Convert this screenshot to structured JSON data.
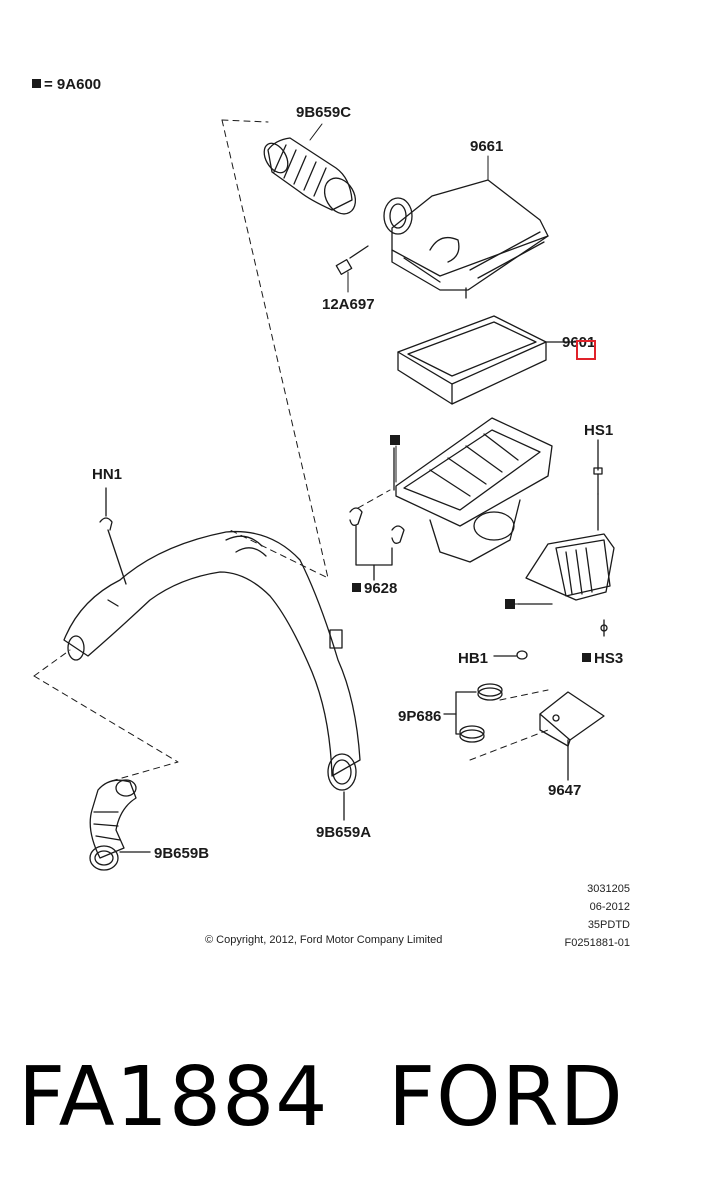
{
  "legend": {
    "text": "= 9A600"
  },
  "labels": {
    "p9B659C": "9B659C",
    "p9661": "9661",
    "p12A697": "12A697",
    "p9601": "9601",
    "pHS1": "HS1",
    "pHN1": "HN1",
    "p9628": "9628",
    "pHB1": "HB1",
    "pHS3": "HS3",
    "p9P686": "9P686",
    "p9647": "9647",
    "p9B659A": "9B659A",
    "p9B659B": "9B659B"
  },
  "info": [
    "3031205",
    "06-2012",
    "35PDTD",
    "F0251881-01"
  ],
  "copyright": "© Copyright, 2012, Ford Motor Company Limited",
  "part_number": "FA1884",
  "brand": "FORD",
  "colors": {
    "ink": "#1a1a1a",
    "highlight": "#e0222a"
  }
}
